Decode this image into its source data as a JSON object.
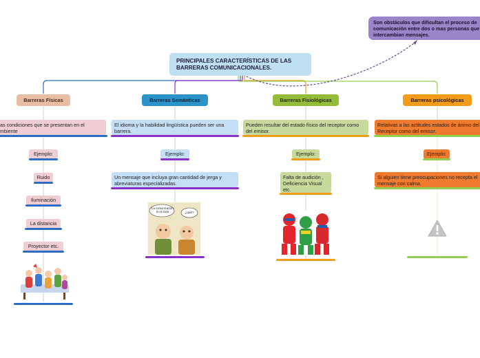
{
  "root": {
    "title": "PRINCIPALES CARACTERÍSTICAS DE LAS BARRERAS COMUNICACIONALES."
  },
  "note": {
    "text": "Son obstáculos que dificultan el proceso de comunicación entre dos o mas personas que intercambian mensajes."
  },
  "branches": [
    {
      "label": "Barreras Físicas",
      "color": "#e8bda3",
      "line_color": "#2b6cc4",
      "description": "Las condiciones que se presentan en el ambiente",
      "example_label": "Ejemplo:",
      "examples": [
        "Ruido",
        "Iluminación",
        "La distancia",
        "Proyector etc."
      ],
      "image": "people-illustration"
    },
    {
      "label": "Barreras Semánticas",
      "color": "#2b93c9",
      "line_color": "#8b2fc9",
      "description": "El idioma y la habilidad lingüística pueden ser una barrera.",
      "example_label": "Ejemplo:",
      "examples": [
        "Un mensaje que incluya gran cantidad de jerga y abreviaturas especializadas."
      ],
      "image": "cartoon-conversation",
      "bubble_left": "La comunicación lo es todo",
      "bubble_right": "¿qué?"
    },
    {
      "label": "Barreras Fisiológicas",
      "color": "#95bb3a",
      "line_color": "#f39c1a",
      "description": "Pueden resultar del estado físico del receptor como del emisor.",
      "example_label": "Ejemplo:",
      "examples": [
        "Falta de audición , Deficiencia Visual etc."
      ],
      "image": "three-figures"
    },
    {
      "label": "Barreras psicológicas",
      "color": "#f39c1a",
      "line_color": "#8fd14f",
      "description": "Relativas a las actitudes estados de ánimo del Receptor como del emisor.",
      "example_label": "Ejemplo:",
      "examples": [
        "Si alguien tiene preocupaciones no recepta el mensaje con calma."
      ],
      "image": "warning-icon"
    }
  ]
}
